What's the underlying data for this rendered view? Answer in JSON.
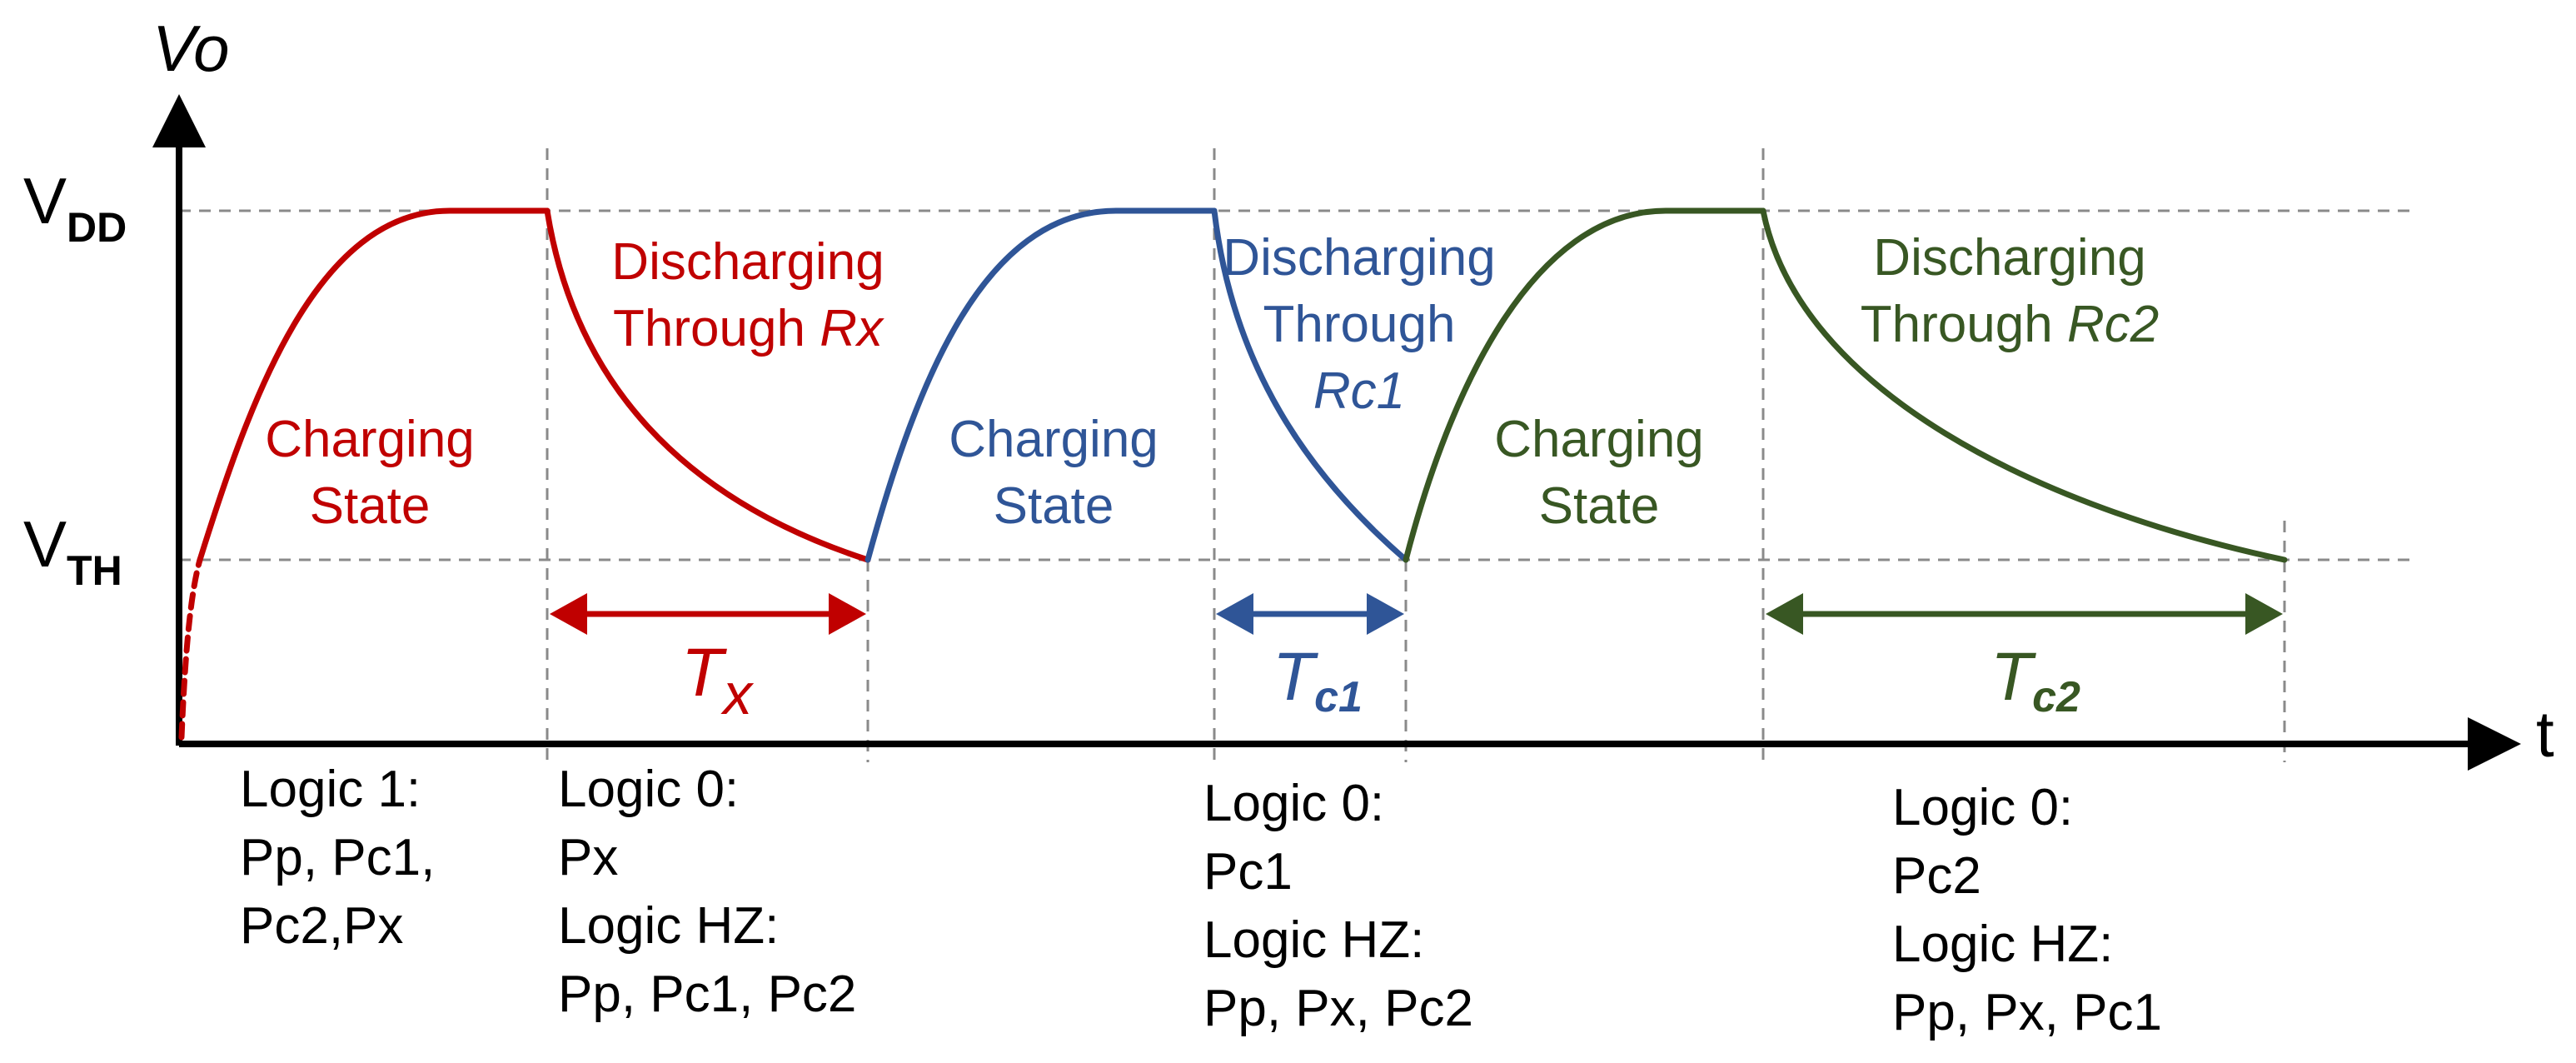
{
  "colors": {
    "red": "#c00000",
    "blue": "#2f5597",
    "green": "#385723",
    "axis": "#000000",
    "grid": "#8a8a8a"
  },
  "axes": {
    "y_label": "Vo",
    "x_label": "t",
    "vdd": {
      "main": "V",
      "sub": "DD"
    },
    "vth": {
      "main": "V",
      "sub": "TH"
    }
  },
  "states": {
    "red_charging": {
      "line1": "Charging",
      "line2": "State"
    },
    "red_discharging": {
      "line1": "Discharging",
      "line2a": "Through ",
      "line2b": "Rx"
    },
    "blue_charging": {
      "line1": "Charging",
      "line2": "State"
    },
    "blue_discharging": {
      "line1": "Discharging",
      "line2": "Through",
      "line3": "Rc1"
    },
    "green_charging": {
      "line1": "Charging",
      "line2": "State"
    },
    "green_discharging": {
      "line1": "Discharging",
      "line2a": "Through ",
      "line2b": "Rc2"
    }
  },
  "periods": {
    "tx": {
      "main": "T",
      "sub": "x"
    },
    "tc1": {
      "main": "T",
      "sub": "c1"
    },
    "tc2": {
      "main": "T",
      "sub": "c2"
    }
  },
  "logic": {
    "block1": [
      "Logic 1:",
      "Pp, Pc1,",
      "Pc2,Px"
    ],
    "block2": [
      "Logic 0:",
      "Px",
      "Logic HZ:",
      "Pp, Pc1, Pc2"
    ],
    "block3": [
      "Logic 0:",
      "Pc1",
      "Logic HZ:",
      "Pp, Px, Pc2"
    ],
    "block4": [
      "Logic 0:",
      "Pc2",
      "Logic HZ:",
      "Pp, Px, Pc1"
    ]
  }
}
